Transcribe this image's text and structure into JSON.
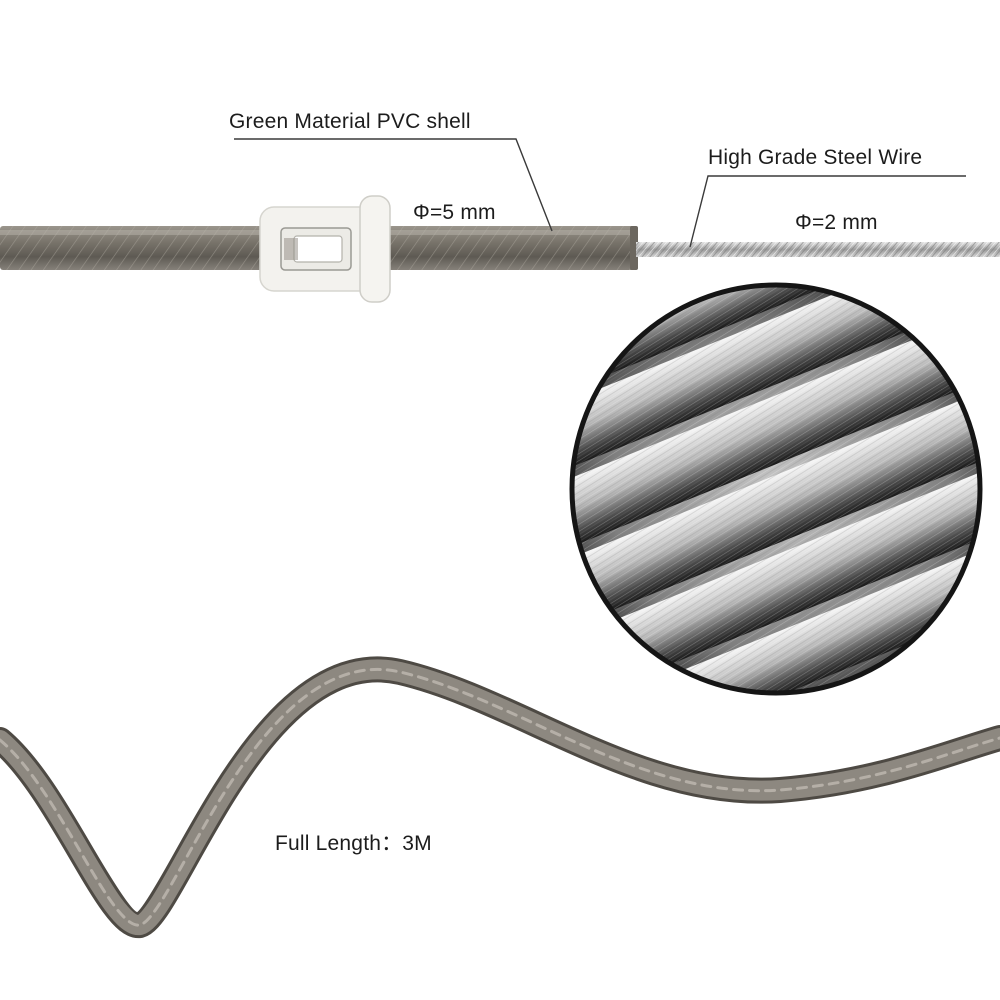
{
  "labels": {
    "pvc_shell": "Green Material PVC shell",
    "steel_wire": "High Grade Steel Wire",
    "shell_diameter": "Φ=5 mm",
    "wire_diameter": "Φ=2 mm",
    "full_length": "Full Length：3M"
  },
  "colors": {
    "shell": "#77726a",
    "shell_dark": "#4f4b45",
    "wire": "#b8b8b8",
    "ferrule": "#f1f0eb",
    "background": "#ffffff"
  }
}
